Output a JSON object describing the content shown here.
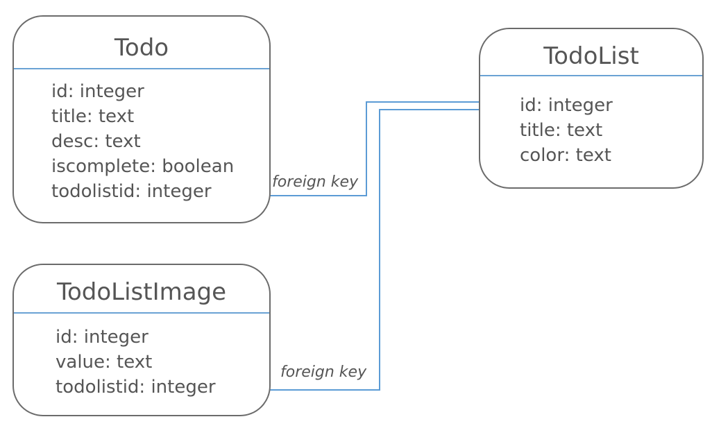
{
  "entities": {
    "todo": {
      "title": "Todo",
      "fields": [
        "id: integer",
        "title: text",
        "desc: text",
        "iscomplete: boolean",
        "todolistid: integer"
      ]
    },
    "todolist": {
      "title": "TodoList",
      "fields": [
        "id: integer",
        "title: text",
        "color: text"
      ]
    },
    "todolistimage": {
      "title": "TodoListImage",
      "fields": [
        "id: integer",
        "value: text",
        "todolistid: integer"
      ]
    }
  },
  "relations": [
    {
      "label": "foreign key",
      "from": "Todo.todolistid",
      "to": "TodoList.id"
    },
    {
      "label": "foreign key",
      "from": "TodoListImage.todolistid",
      "to": "TodoList.id"
    }
  ],
  "colors": {
    "border": "#6b6b6b",
    "divider": "#6aa2d4",
    "connector": "#5b9bd5",
    "text": "#555555"
  }
}
